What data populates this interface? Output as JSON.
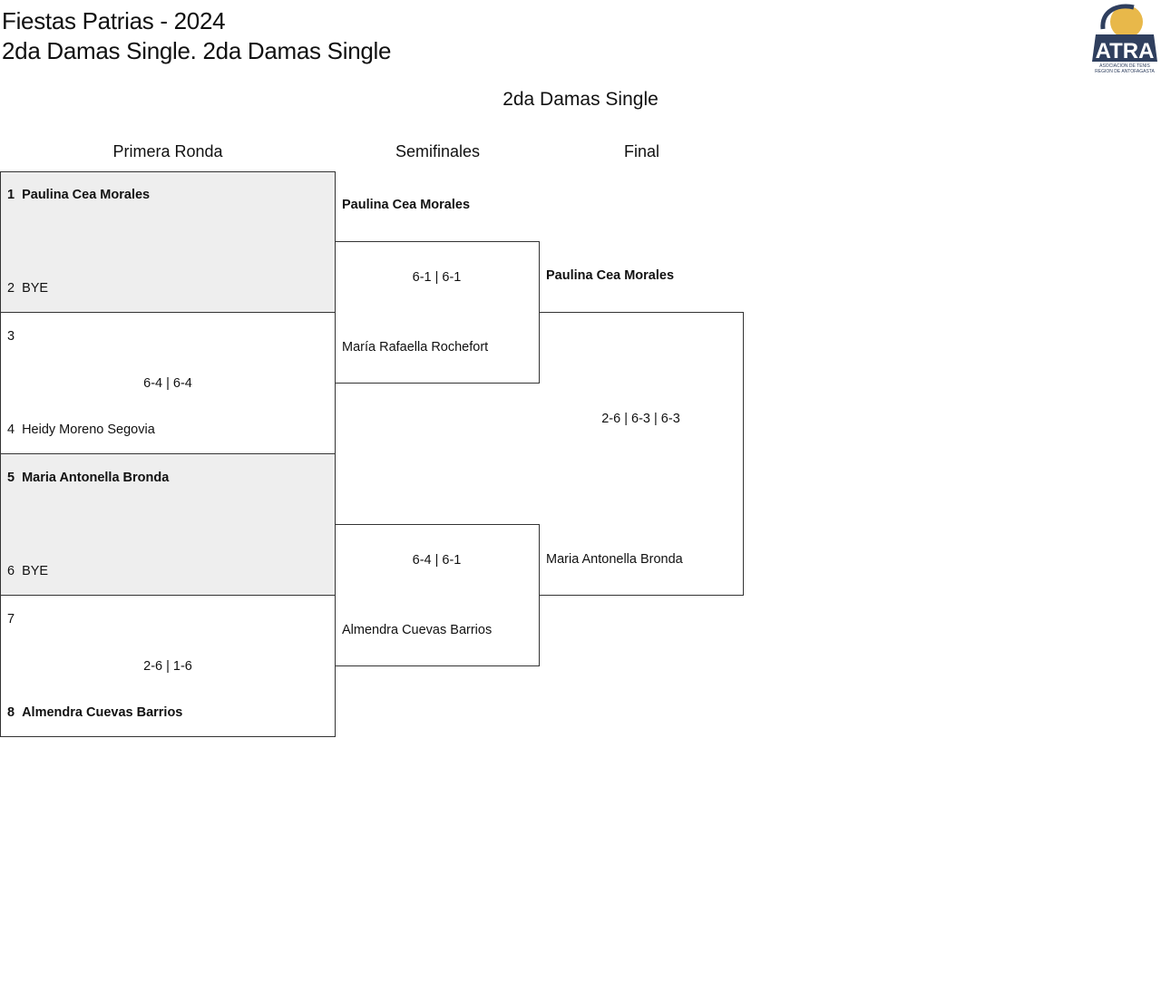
{
  "header": {
    "event": "Fiestas Patrias - 2024",
    "category": "2da Damas Single. 2da Damas Single",
    "logo_text": "ATRA",
    "logo_subtext": "ASOCIACIÓN DE TENIS REGIÓN DE ANTOFAGASTA"
  },
  "draw_title": "2da Damas Single",
  "rounds": [
    "Primera Ronda",
    "Semifinales",
    "Final"
  ],
  "first_round": [
    {
      "top_seed": "1",
      "top": "Paulina Cea Morales",
      "bottom_seed": "2",
      "bottom": "BYE",
      "score": "",
      "winner": "top"
    },
    {
      "top_seed": "3",
      "top": "",
      "bottom_seed": "4",
      "bottom": "Heidy Moreno Segovia",
      "score": "6-4 | 6-4",
      "winner": "none"
    },
    {
      "top_seed": "5",
      "top": "Maria Antonella Bronda",
      "bottom_seed": "6",
      "bottom": "BYE",
      "score": "",
      "winner": "top"
    },
    {
      "top_seed": "7",
      "top": "",
      "bottom_seed": "8",
      "bottom": "Almendra Cuevas Barrios",
      "score": "2-6 | 1-6",
      "winner": "bottom"
    }
  ],
  "semifinals": [
    {
      "top": "Paulina Cea Morales",
      "bottom": "María Rafaella Rochefort",
      "score": "6-1 | 6-1",
      "winner": "top"
    },
    {
      "top": "",
      "bottom": "Almendra Cuevas Barrios",
      "score": "6-4 | 6-1",
      "winner": "none"
    }
  ],
  "final": {
    "top": "Paulina Cea Morales",
    "bottom": "Maria Antonella Bronda",
    "score": "2-6 | 6-3 | 6-3",
    "winner": "top"
  },
  "colors": {
    "bye_shade": "#eeeeee",
    "logo_navy": "#2f3f5e",
    "logo_gold": "#e8b84a"
  }
}
